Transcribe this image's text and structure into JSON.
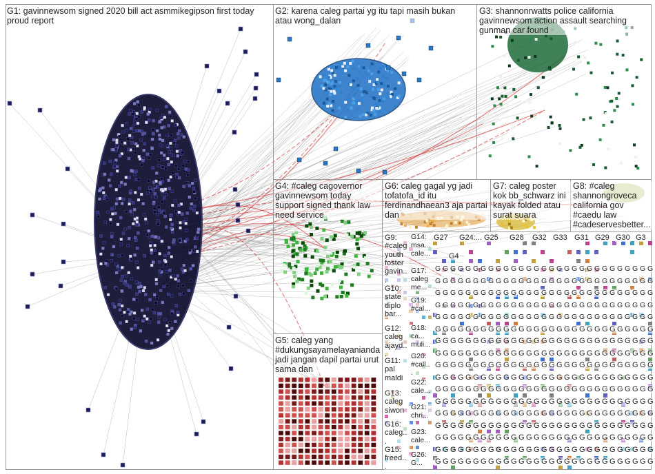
{
  "groups": [
    {
      "id": "G1",
      "label": "G1: gavinnewsom signed 2020 bill act asmmikegipson first today proud report"
    },
    {
      "id": "G2",
      "label": "G2: karena caleg partai yg itu tapi masih bukan atau wong_dalan"
    },
    {
      "id": "G3",
      "label": "G3: shannonrwatts police california gavinnewsom action assault searching gunman car found"
    },
    {
      "id": "G4",
      "label": "G4: #caleg cagovernor gavinnewsom today support signed thank law need service"
    },
    {
      "id": "G5",
      "label": "G5: caleg yang #dukungsayamelayanianda jadi jangan dapil partai urut sama dan"
    },
    {
      "id": "G6",
      "label": "G6: caleg gagal yg jadi tofatofa_id itu ferdinandhaean3 aja partai dan"
    },
    {
      "id": "G7",
      "label": "G7: caleg poster kok bb_schwarz ini kayak folded atau surat suara"
    },
    {
      "id": "G8",
      "label": "G8: #caleg shannongroveca california gov #caedu law #cadeservesbetter..."
    },
    {
      "id": "G9",
      "label": "G9: #caleg youth foster gavin..."
    },
    {
      "id": "G10",
      "label": "G10: state diplo bar..."
    },
    {
      "id": "G11",
      "label": "G11: pal maldi"
    },
    {
      "id": "G12",
      "label": "G12: caleg ajayd..."
    },
    {
      "id": "G13",
      "label": "G13: caleg siwon"
    },
    {
      "id": "G14",
      "label": "G14: msa... cale..."
    },
    {
      "id": "G15",
      "label": "G15: freed..."
    },
    {
      "id": "G16",
      "label": "G16: caleg..."
    },
    {
      "id": "G17",
      "label": "G17: caleg me..."
    },
    {
      "id": "G18",
      "label": "G18: ca... muli..."
    },
    {
      "id": "G19",
      "label": "G19: #cal..."
    },
    {
      "id": "G20",
      "label": "G20: #call..."
    },
    {
      "id": "G21",
      "label": "G21: chri..."
    },
    {
      "id": "G22",
      "label": "G22: cale..."
    },
    {
      "id": "G23",
      "label": "G23: cale..."
    },
    {
      "id": "G24",
      "label": "G24:..."
    },
    {
      "id": "G25",
      "label": "G25"
    },
    {
      "id": "G26",
      "label": "G26: G..."
    },
    {
      "id": "G27",
      "label": "G27"
    },
    {
      "id": "G28",
      "label": "G28"
    },
    {
      "id": "G29",
      "label": "G29"
    },
    {
      "id": "G30",
      "label": "G30"
    },
    {
      "id": "G31",
      "label": "G31"
    },
    {
      "id": "G32",
      "label": "G32"
    },
    {
      "id": "G33",
      "label": "G33"
    },
    {
      "id": "G3x",
      "label": "G3"
    },
    {
      "id": "G4x",
      "label": "G4"
    }
  ],
  "small_label": "G",
  "colors": {
    "g1": "#14143c",
    "g2": "#2a78c8",
    "g3": "#1f6b3a",
    "g4": "#2c9a2c",
    "g5": "#a83232",
    "g6": "#e0a040",
    "g7": "#d4b020",
    "g8": "#9ab040",
    "edge": "#8c8c8c",
    "edge_hot": "#d42020",
    "border": "#9a9a9a"
  }
}
